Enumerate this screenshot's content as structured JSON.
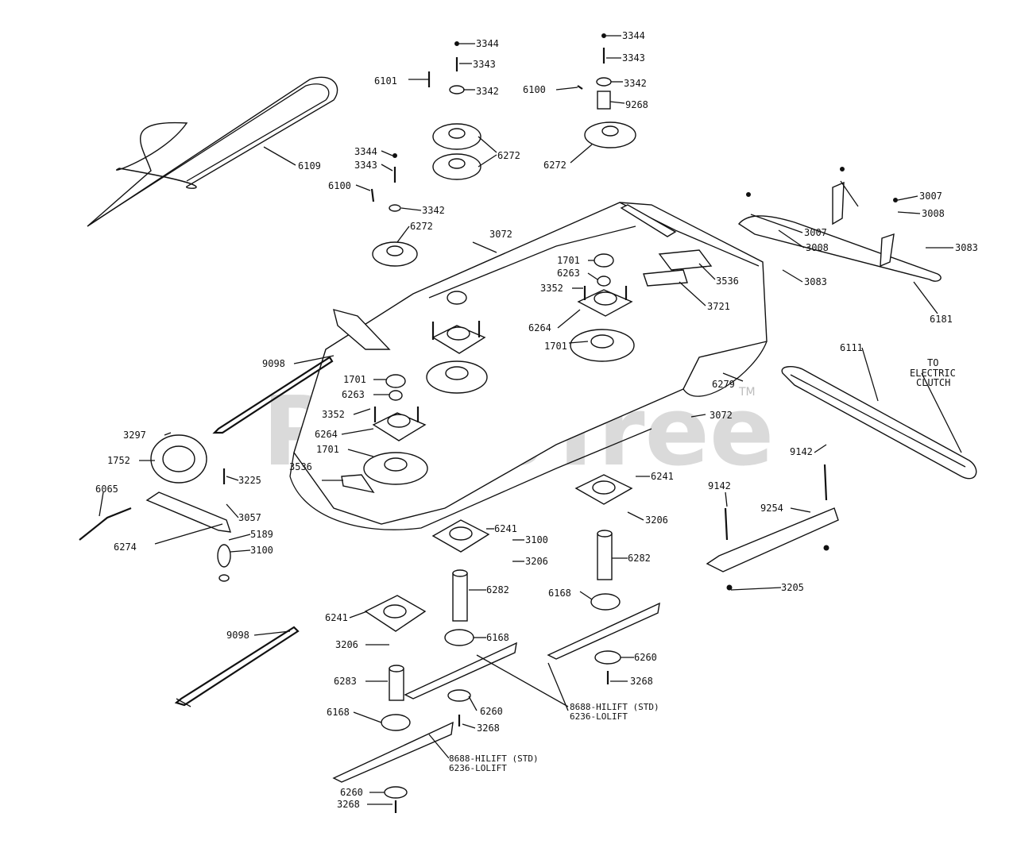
{
  "watermark": {
    "text": "PartsTree",
    "tm": "TM"
  },
  "labels": {
    "p3344_a": "3344",
    "p3343_a": "3343",
    "p6101": "6101",
    "p3342_a": "3342",
    "p3344_b": "3344",
    "p3343_b": "3343",
    "p6100_a": "6100",
    "p3342_b": "3342",
    "p9268": "9268",
    "p6272_a": "6272",
    "p6272_b": "6272",
    "p6109": "6109",
    "p3344_c": "3344",
    "p3343_c": "3343",
    "p6100_b": "6100",
    "p3342_c": "3342",
    "p6272_c": "6272",
    "p3072_a": "3072",
    "p3007_a": "3007",
    "p3008_a": "3008",
    "p3007_b": "3007",
    "p3008_b": "3008",
    "p3083_a": "3083",
    "p3083_b": "3083",
    "p1701_a": "1701",
    "p6263_a": "6263",
    "p3352_a": "3352",
    "p3536_a": "3536",
    "p3721": "3721",
    "p6264_a": "6264",
    "p1701_b": "1701",
    "p6181": "6181",
    "p9098_a": "9098",
    "p1701_c": "1701",
    "p6263_b": "6263",
    "p3352_b": "3352",
    "p6264_b": "6264",
    "p1701_d": "1701",
    "p6279": "6279",
    "p6111": "6111",
    "to_clutch_1": "TO",
    "to_clutch_2": "ELECTRIC",
    "to_clutch_3": "CLUTCH",
    "p3297": "3297",
    "p1752": "1752",
    "p3225": "3225",
    "p6065": "6065",
    "p3057": "3057",
    "p6274": "6274",
    "p5189": "5189",
    "p3100_a": "3100",
    "p3536_b": "3536",
    "p3072_b": "3072",
    "p9142_a": "9142",
    "p9142_b": "9142",
    "p6241_a": "6241",
    "p9254": "9254",
    "p3206_a": "3206",
    "p6241_b": "6241",
    "p3100_b": "3100",
    "p3206_b": "3206",
    "p6282_a": "6282",
    "p3205": "3205",
    "p6241_c": "6241",
    "p6282_b": "6282",
    "p6168_a": "6168",
    "p9098_b": "9098",
    "p3206_c": "3206",
    "p6168_b": "6168",
    "p6260_a": "6260",
    "p3268_a": "3268",
    "p6283": "6283",
    "p6260_b": "6260",
    "p3268_b": "3268",
    "note_blade_1a": "8688-HILIFT (STD)",
    "note_blade_1b": "6236-LOLIFT",
    "p6168_c": "6168",
    "note_blade_2a": "8688-HILIFT (STD)",
    "note_blade_2b": "6236-LOLIFT",
    "p6260_c": "6260",
    "p3268_c": "3268"
  }
}
